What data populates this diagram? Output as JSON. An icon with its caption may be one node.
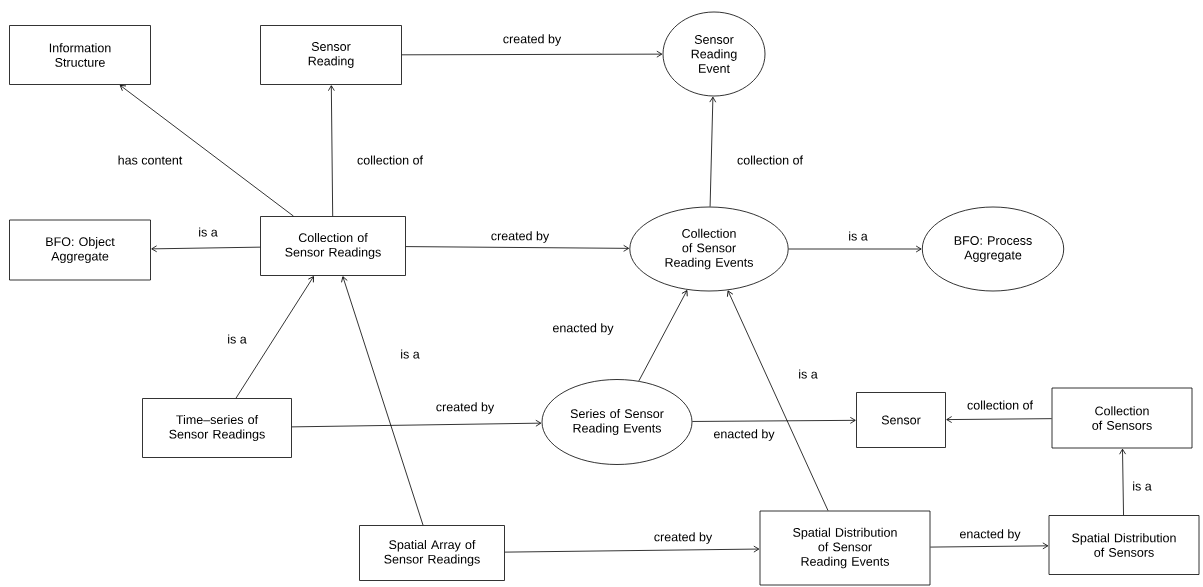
{
  "diagram": {
    "nodes": [
      {
        "text": [
          "Information Structure"
        ]
      },
      {
        "text": [
          "Sensor Reading"
        ]
      },
      {
        "text": [
          "Sensor Reading Event"
        ]
      },
      {
        "text": [
          "BFO: Object Aggregate"
        ]
      },
      {
        "text": [
          "Collection of Sensor Readings"
        ]
      },
      {
        "text": [
          "Collection of Sensor Reading Events"
        ]
      },
      {
        "text": [
          "BFO: Process Aggregate"
        ]
      },
      {
        "text": [
          "Time–series of Sensor Readings"
        ]
      },
      {
        "text": [
          "Series of Sensor Reading Events"
        ]
      },
      {
        "text": [
          "Sensor"
        ]
      },
      {
        "text": [
          "Collection of Sensors"
        ]
      },
      {
        "text": [
          "Spatial Array of Sensor Readings"
        ]
      },
      {
        "text": [
          "Spatial Distribution of Sensor Reading Events"
        ]
      },
      {
        "text": [
          "Spatial Distribution of Sensors"
        ]
      }
    ],
    "edges": [
      {
        "from": 1,
        "to": 2,
        "arrow": "to",
        "label": "created by"
      },
      {
        "from": 4,
        "to": 0,
        "arrow": "to",
        "label": "has content"
      },
      {
        "from": 4,
        "to": 1,
        "arrow": "to",
        "label": "collection of"
      },
      {
        "from": 4,
        "to": 3,
        "arrow": "to",
        "label": "is a"
      },
      {
        "from": 4,
        "to": 5,
        "arrow": "to",
        "label": "created by"
      },
      {
        "from": 5,
        "to": 2,
        "arrow": "to",
        "label": "collection of"
      },
      {
        "from": 5,
        "to": 6,
        "arrow": "to",
        "label": "is a"
      },
      {
        "from": 7,
        "to": 4,
        "arrow": "to",
        "label": "is a"
      },
      {
        "from": 11,
        "to": 4,
        "arrow": "to",
        "label": "is a"
      },
      {
        "from": 7,
        "to": 8,
        "arrow": "to",
        "label": "created by"
      },
      {
        "from": 8,
        "to": 5,
        "arrow": "to",
        "label": "enacted by"
      },
      {
        "from": 8,
        "to": 9,
        "arrow": "to",
        "label": "enacted by"
      },
      {
        "from": 10,
        "to": 9,
        "arrow": "to",
        "label": "collection of"
      },
      {
        "from": 12,
        "to": 5,
        "arrow": "to",
        "label": "is a"
      },
      {
        "from": 11,
        "to": 12,
        "arrow": "to",
        "label": "created by"
      },
      {
        "from": 12,
        "to": 13,
        "arrow": "to",
        "label": "enacted by"
      },
      {
        "from": 13,
        "to": 10,
        "arrow": "to",
        "label": "is a"
      }
    ]
  }
}
